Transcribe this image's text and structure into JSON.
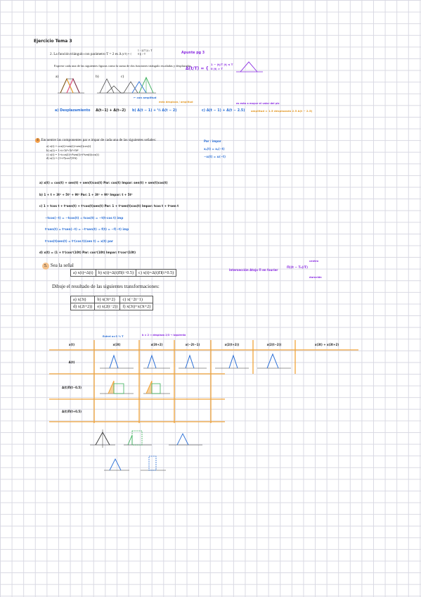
{
  "header": {
    "title": "Ejercicio Tema 3"
  },
  "ex2": {
    "statement": "2.  La función triángulo con parámetro T = 2 es Δ",
    "case_pos": "1 − |t|/T   |t| ≤ T",
    "case_zero": "0        |t| > T",
    "prompt": "Exprese cada una de las siguientes figuras como la suma de dos funciones triángulo escaladas y desplazadas.",
    "labels": [
      "a)",
      "b)",
      "c)"
    ],
    "apunte": "Apunte pg 3",
    "def_lhs": "Δ(t/T) = {",
    "def_a": "1 − |t|/T   |t| ≤ T",
    "def_b": "0   |t| > T",
    "con_amp": "← con amplitud",
    "ans_a_tag": "a) Desplazamiento",
    "ans_a": "Δ(t−1) + Δ(t−2)",
    "ans_b": "b) Δ(t − 1) + ½ Δ(t − 2)",
    "ans_b_note": "esto desplaza / amplitud",
    "ans_c": "c) Δ(t − 1) + Δ(t − 2.5)",
    "ans_c_note": "es esto a mayor el valor del pic",
    "ans_c_tail": "amplitud = 1.5 desplazado  2.5   Δ(t − 2.5)"
  },
  "ex4": {
    "num": "4",
    "statement": "Encuentre las componentes par e impar de cada una de las siguientes señales:",
    "items": [
      "a) x(t) = cos(t)+sen(t)+sen(t)cos(t)",
      "b) x(t) = 1+t+3t²+5t³+9t⁴",
      "c) x(t) = 1+tcos(t)+t²sen(t)+t³sen(t)cos(t)",
      "d) x(t) = (1+t³)cos³(10t)"
    ],
    "par_impar_a": "Par / impar",
    "par_impar_b": "xₚ(t) = xₚ(−t)",
    "par_impar_c": "−xᵢ(t) = xᵢ(−t)",
    "sol_a": "a) x(t) = cos(t) + sen(t) + sen(t)cos(t)   Par: cos(t)   Impar: sen(t) + sen(t)cos(t)",
    "sol_b": "b) 1 + t + 3t² + 5t³ + 9t⁴   Par: 1 + 3t² + 9t⁴   Impar: t + 5t³",
    "sol_c": "c) 1 + tcos t + t²sen(t) + t³cos(t)sen(t)   Par: 1 + t³sen(t)cos(t)   Impar: tcos t + t²sen t",
    "sol_c2": "−tcos(−t) = −tcos(t) ⇒ tcos(t) = −t(t·cos t)  imp",
    "sol_c3": "t²sen(t) = t²sen(−t) = −t²sen(t) ⇒ f(t) = −f(−t)  imp",
    "sol_c4": "t³cos(t)sen(t) = t³(cos t)(sen t) = x(t)  par",
    "sol_d": "d) x(t) = (1 + t³)cos³(10t)   Par: cos³(10t)   Impar: t³cos³(10t)"
  },
  "ex5": {
    "num": "5.",
    "statement": "Sea la señal",
    "signals": [
      "a) x(t)=Δ(t)",
      "b) x(t)=Δ(t)Π(t−0.5)",
      "c) x(t)=Δ(t)Π(t+0.5)"
    ],
    "draw": "Dibuje el resultado de las siguientes transformaciones:",
    "transforms": [
      [
        "a) x(3t)",
        "b) x(3t+2)",
        "c) x(−2t−1)"
      ],
      [
        "d) x(2t+2))",
        "e) x(2(t−2))",
        "f) x(3t)+x(3t+2)"
      ]
    ],
    "note": "Intersección Atajo  Π en fourier",
    "note_b": "Π((t − T₀)/T)",
    "note_c": "centro",
    "note_d": "duración",
    "table_headers": [
      "x(t)",
      "x(3t)",
      "x(3t+2)",
      "x(−2t−1)",
      "x(2(t+2))",
      "x(2(t−2))",
      "x(3t) + x(3t+2)"
    ],
    "row_labels": [
      "Δ(t)",
      "Δ(t)Π(t−0.5)",
      "Δ(t)Π(t+0.5)"
    ],
    "comp_note": "Estrel a=3  ⅓ T",
    "comp_note2": "b = 2 ⇒ desplaza 2/3  → izquierda"
  }
}
